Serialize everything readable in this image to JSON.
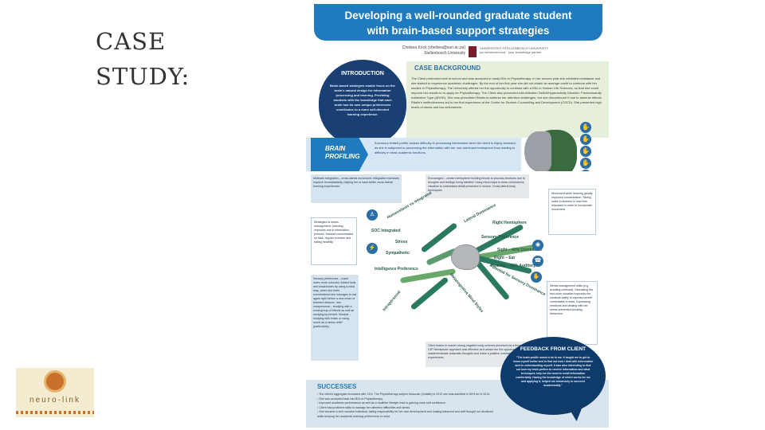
{
  "slide": {
    "title_line1": "CASE",
    "title_line2": "STUDY:"
  },
  "logo": {
    "text": "neuro-link"
  },
  "poster": {
    "title_line1": "Developing a well-rounded graduate student",
    "title_line2": "with brain-based support strategies",
    "author": "Chelsea Kock (chelsea@sun.ac.za)",
    "author_affiliation": "Stellenbosch University",
    "university_line1": "UNIVERSITEIT·STELLENBOSCH·UNIVERSITY",
    "university_line2": "jou kennisvennoot · your knowledge partner",
    "introduction": {
      "title": "INTRODUCTION",
      "body": "Brain-based strategies enable focus on the brain's natural design for information processing and learning. Providing students with the knowledge that each brain has its own unique preferences contributes to a more self-directed learning experience."
    },
    "case_background": {
      "title": "CASE BACKGROUND",
      "body": "The Client performed well at school and was accepted to study BSc in Physiotherapy. In her second year she exhibited resistance and she started to experience academic challenges. By the end of her first year she did not obtain an average credit to continue with her studies in Physiotherapy. The University offered her the opportunity to continue with a BSc in Human Life Sciences, so that she could improve her results to re-apply for Physiotherapy. The Client also presented with Attention Deficit/Hyperactivity Disorder, Predominantly Inattentive Type (ADHD). She was prescribed Ritalin to address her attention challenges, but she discontinued it due to adverse effects. Ritalin's ineffectiveness led to her first experience at the Centre for Student Counselling and Development (CSCD). She presented high levels of stress and low self-esteem."
    },
    "brain_profiling": {
      "title_line1": "BRAIN",
      "title_line2": "PROFILING",
      "body": "A sensory limited profile causes difficulty in processing information when the client is highly stressed, as she is subjected to processing the information with her non-dominant hemisphere thus leading to difficulty in most academic functions."
    },
    "mind_map": {
      "center_icon": "brain-icon",
      "branches": {
        "lateral_dominance": "Lateral Dominance",
        "right_hemisphere": "Right Hemisphere",
        "sensory_preference": "Sensory Preference",
        "sight": "Sight – 40% Dominance",
        "right_ear": "Right – Ear",
        "hearing": "Hearing – 50% Auditory",
        "potential_sensory": "Potential for Sensory Dominance",
        "metacognitive": "Metacognitive Mind Styles",
        "intelligence": "Intelligence Preference",
        "interpersonal": "Intrapersonal",
        "stress": "Stress",
        "external": "Sympathetic",
        "soc": "SOC Integrated",
        "emotional": "Homeostasis vs Integrated"
      },
      "left_boxes": [
        "Midbrain integration – cross-lateral movement; integration exercises improve neuroplasticity, helping her to have better cross-lateral learning experiences.",
        "Strategies to stress management: planning improves role in information process, focused concentrated on task, regular exercise and eating healthily.",
        "Sensory preference – made notes more colourful. Added tools and small boxes by using a mind map, when she feels overwhelmed she manages to eat again right before a new exam or between lessons. Into intrapersonal – studying with a small group of friends as well as studying by herself. Musical – studying with music or using music as a stress relief (particularly)."
      ],
      "top_box": "Encouraged – create hemisphere building blocks to process emotions due to thoughts and feelings being labelled. Using mind-maps to draw connections; visualise to understand detail presented in lecture. Cross-lateral body techniques.",
      "right_boxes": [
        "Movement while learning greatly improved concentration. Taking notes in lectures is now less important in order to incorporate movement.",
        "Stress management skills (e.g. avoiding overload). Simulating the test-room situation improves the students ability to express herself comfortable in tests. Expressing emotions and dealing with her stress prevented isolating behaviour."
      ],
      "bottom_box": "Client learns to master strong negative body schema perceived as a threat. CBT therapeutic approach was effective as it allows her the opportunity to master/evaluate automatic thoughts and make a positive correlation about experiences."
    },
    "successes": {
      "title": "SUCCESSES",
      "items": [
        "The client's aggregate increased with 13%. The Physiotherapy subject Muscular (Volatile) in 2012 she was admitted in 80% for in 2014.",
        "She was accepted back into BSc in Physiotherapy.",
        "Improved academic performance as well as a healthier lifestyle lead to gaining more self-confidence.",
        "Client had proficient skills to manage her attention difficulties and stress.",
        "She became a well rounded individual, taking responsibility for her own development and making balanced and well thought out decisions while keeping her academic learning preferences in mind."
      ]
    },
    "feedback": {
      "title": "FEEDBACK FROM CLIENT",
      "body": "\"The brain profile meant a lot to me. It taught me to get to know myself better and to find out how I deal with information and to understanding myself. It was also interesting to find out how my brain prefers to receive information and what techniques help me the most to recall information comfortably. Having the knowledge of which works for me and applying it, helped me immensely to succeed academically.\""
    },
    "colors": {
      "header_blue": "#1f7bbd",
      "intro_navy": "#1a3f72",
      "background_green": "#e6efdc",
      "mind_map_green": "#2a7a62",
      "feedback_navy": "#0f3b6b"
    }
  }
}
